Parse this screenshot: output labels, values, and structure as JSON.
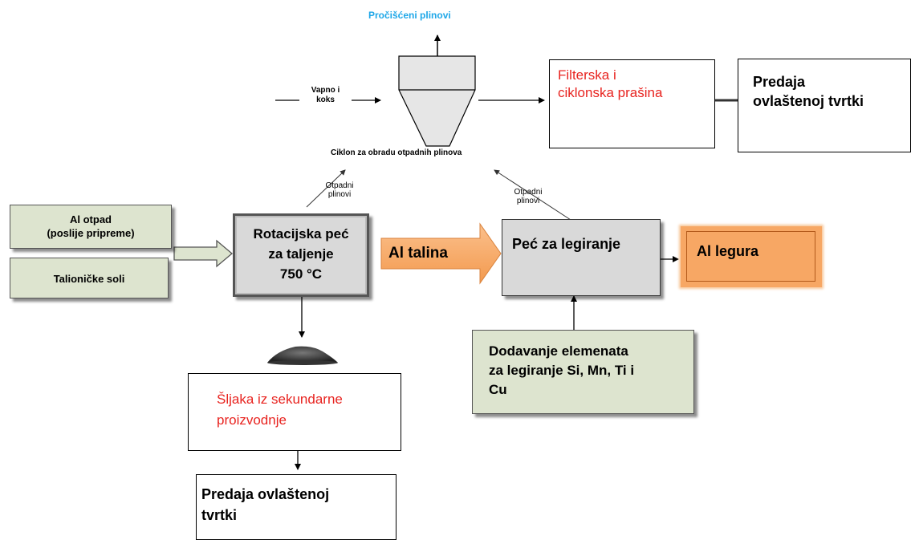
{
  "top": {
    "clean_gases_label": "Pročišćeni plinovi",
    "lime_coke_label_line1": "Vapno i",
    "lime_coke_label_line2": "koks",
    "cyclone_label": "Ciklon za obradu otpadnih plinova"
  },
  "filter_dust": {
    "line1": "Filterska i",
    "line2": "ciklonska prašina"
  },
  "handover_top": {
    "line1": "Predaja",
    "line2": "ovlaštenoj tvrtki"
  },
  "waste_gases_left": {
    "line1": "Otpadni",
    "line2": "plinovi"
  },
  "waste_gases_right": {
    "line1": "Otpadni",
    "line2": "plinovi"
  },
  "inputs": {
    "al_scrap_line1": "Al otpad",
    "al_scrap_line2": "(poslije pripreme)",
    "salts": "Talioničke soli"
  },
  "rotary_furnace": {
    "line1": "Rotacijska peć",
    "line2": "za taljenje",
    "line3": "750 °C"
  },
  "al_melt": "Al talina",
  "alloying_furnace": "Peć za legiranje",
  "al_alloy": "Al legura",
  "alloying_elements": {
    "line1": "Dodavanje elemenata",
    "line2": "za legiranje Si, Mn, Ti i",
    "line3": "Cu"
  },
  "slag": {
    "line1": "Šljaka iz sekundarne",
    "line2": "proizvodnje"
  },
  "handover_bottom": {
    "line1": "Predaja ovlaštenoj",
    "line2": "tvrtki"
  },
  "colors": {
    "red_text": "#e8231f",
    "blue_text": "#1ea7e8",
    "green_box": "#dde4cf",
    "grey_box": "#d9d9d9",
    "orange": "#f7a764"
  }
}
